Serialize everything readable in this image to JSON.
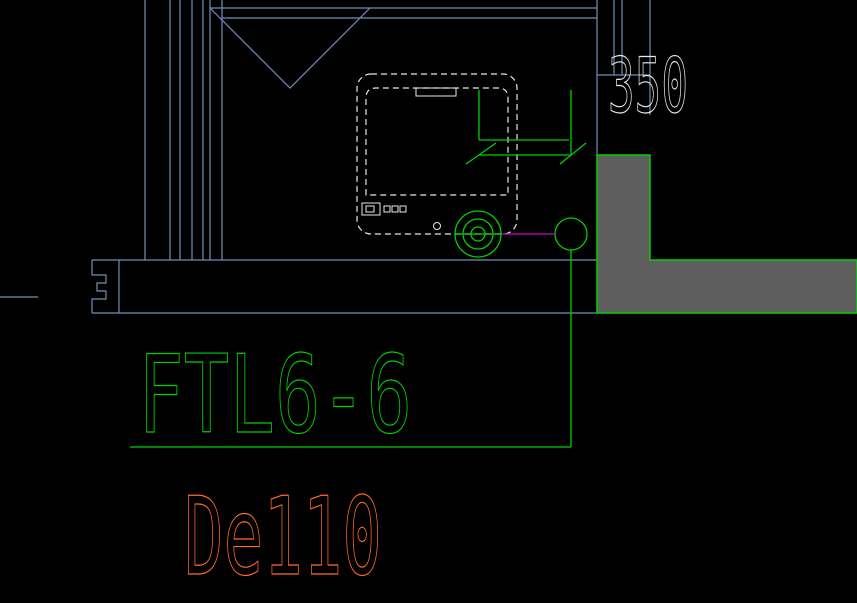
{
  "labels": {
    "dimension": "350",
    "pipe_tag": "FTL6-6",
    "pipe_size": "De110"
  },
  "colors": {
    "background": "#000000",
    "wall_line": "#6f8fb3",
    "green": "#00d000",
    "white": "#e8e8e8",
    "orange": "#ff6a2a",
    "magenta": "#d000d0",
    "hatch": "#5e5e5e"
  }
}
